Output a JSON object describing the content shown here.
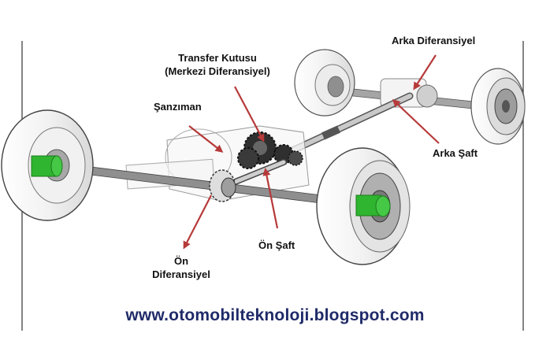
{
  "labels": {
    "transfer_line1": "Transfer Kutusu",
    "transfer_line2": "(Merkezi Diferansiyel)",
    "sanziman": "Şanzıman",
    "arka_diferansiyel": "Arka Diferansiyel",
    "arka_saft": "Arka Şaft",
    "on_saft": "Ön Şaft",
    "on_diferansiyel_line1": "Ön",
    "on_diferansiyel_line2": "Diferansiyel"
  },
  "website": "www.otomobilteknoloji.blogspot.com",
  "colors": {
    "arrow": "#b73a3a",
    "hub_green": "#2fb52f",
    "url_text": "#1f2a68",
    "outline": "#555555"
  }
}
